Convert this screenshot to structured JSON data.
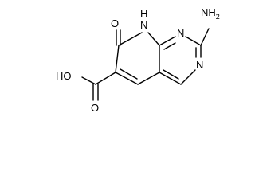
{
  "molecule": {
    "labels": {
      "nh": "H",
      "n_nh": "N",
      "nh2_n": "NH",
      "nh2_sub": "2",
      "n_top": "N",
      "n_bottom": "N",
      "o_keto": "O",
      "hoh": "HO",
      "o_acid": "O"
    }
  },
  "colors": {
    "bond": "#000000",
    "background": "#ffffff"
  }
}
